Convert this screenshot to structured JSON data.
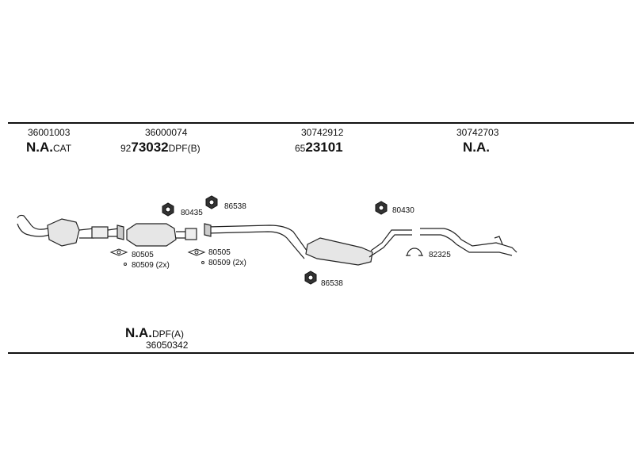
{
  "columns": [
    {
      "part_number": "36001003",
      "code": "N.A.",
      "suffix": "CAT"
    },
    {
      "part_number": "36000074",
      "code_prefix": "92",
      "code": "73032",
      "suffix": "DPF(B)"
    },
    {
      "part_number": "30742912",
      "code_prefix": "65",
      "code": "23101"
    },
    {
      "part_number": "30742703",
      "code": "N.A."
    }
  ],
  "bottom": {
    "code": "N.A.",
    "suffix": "DPF(A)",
    "part_number": "36050342"
  },
  "parts": {
    "p80435": "80435",
    "p86538_top": "86538",
    "p80430": "80430",
    "p82325": "82325",
    "p86538_bottom": "86538",
    "gasket_a": "80505",
    "bolt_a": "80509 (2x)",
    "gasket_b": "80505",
    "bolt_b": "80509 (2x)"
  }
}
